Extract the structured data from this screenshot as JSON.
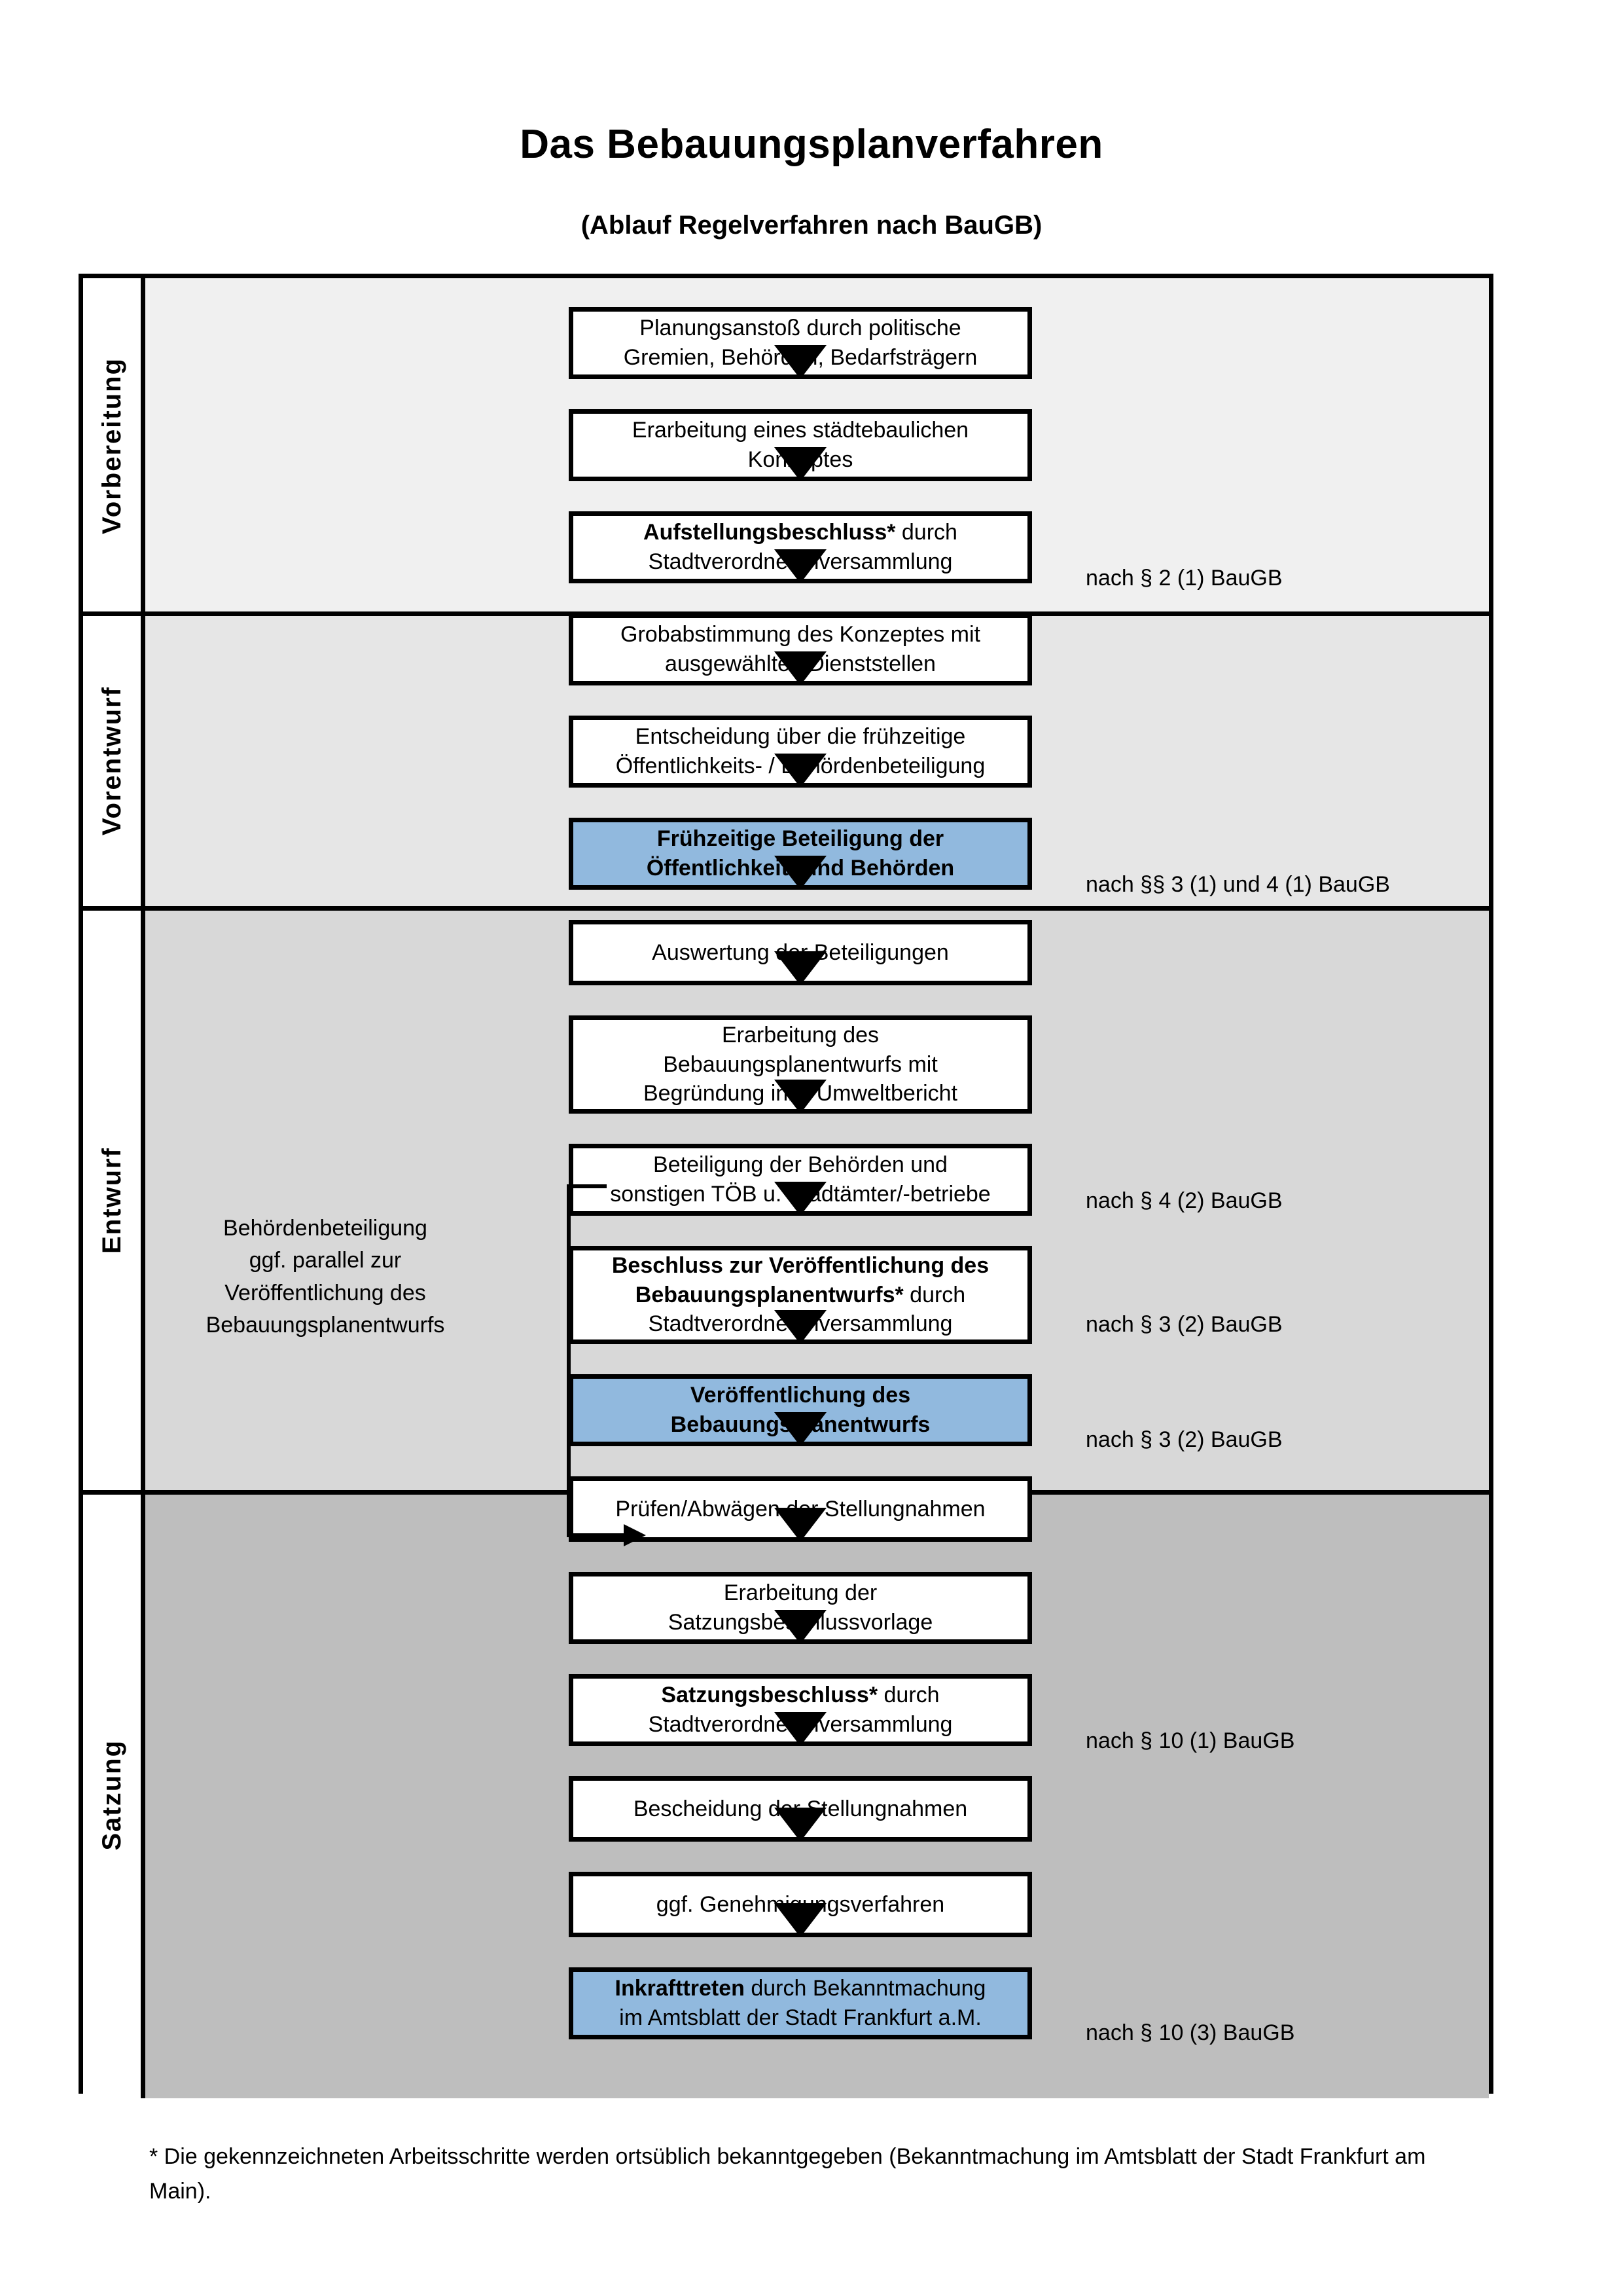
{
  "title": "Das Bebauungsplanverfahren",
  "subtitle": "(Ablauf Regelverfahren nach BauGB)",
  "lanes": [
    {
      "label": "Vorbereitung",
      "bg": "#F0F0F0"
    },
    {
      "label": "Vorentwurf",
      "bg": "#E6E6E6"
    },
    {
      "label": "Entwurf",
      "bg": "#D8D8D8"
    },
    {
      "label": "Satzung",
      "bg": "#BEBEBE"
    }
  ],
  "colors": {
    "highlight_blue": "#91B9DE",
    "box_white": "#FFFFFF",
    "border_black": "#000000"
  },
  "steps": [
    {
      "id": "planungsanstoss",
      "lane": "Vorbereitung",
      "highlight": false,
      "lines": [
        {
          "text": "Planungsanstoß durch politische",
          "bold": false
        },
        {
          "text": "Gremien, Behörden, Bedarfsträgern",
          "bold": false
        }
      ]
    },
    {
      "id": "staedtebauliches-konzept",
      "lane": "Vorbereitung",
      "highlight": false,
      "lines": [
        {
          "text": "Erarbeitung eines städtebaulichen",
          "bold": false
        },
        {
          "text": "Konzeptes",
          "bold": false
        }
      ]
    },
    {
      "id": "aufstellungsbeschluss",
      "lane": "Vorbereitung",
      "highlight": false,
      "lines": [
        {
          "text": "Aufstellungsbeschluss*",
          "bold": true,
          "suffix": " durch"
        },
        {
          "text": "Stadtverordnetenversammlung",
          "bold": false
        }
      ]
    },
    {
      "id": "grobabstimmung",
      "lane": "Vorentwurf",
      "highlight": false,
      "lines": [
        {
          "text": "Grobabstimmung des Konzeptes mit",
          "bold": false
        },
        {
          "text": "ausgewählten Dienststellen",
          "bold": false
        }
      ]
    },
    {
      "id": "entscheidung-fruehzeitige-beteiligung",
      "lane": "Vorentwurf",
      "highlight": false,
      "lines": [
        {
          "text": "Entscheidung über die frühzeitige",
          "bold": false
        },
        {
          "text": "Öffentlichkeits- / Behördenbeteiligung",
          "bold": false
        }
      ]
    },
    {
      "id": "fruehzeitige-beteiligung",
      "lane": "Vorentwurf",
      "highlight": true,
      "lines": [
        {
          "text": "Frühzeitige Beteiligung der",
          "bold": true
        },
        {
          "text": "Öffentlichkeit* und Behörden",
          "bold": true
        }
      ]
    },
    {
      "id": "auswertung-beteiligungen",
      "lane": "Entwurf",
      "highlight": false,
      "lines": [
        {
          "text": "Auswertung der Beteiligungen",
          "bold": false
        }
      ]
    },
    {
      "id": "erarbeitung-bplanentwurf",
      "lane": "Entwurf",
      "highlight": false,
      "lines": [
        {
          "text": "Erarbeitung des",
          "bold": false
        },
        {
          "text": "Bebauungsplanentwurfs mit",
          "bold": false
        },
        {
          "text": "Begründung inkl. Umweltbericht",
          "bold": false
        }
      ]
    },
    {
      "id": "beteiligung-behoerden",
      "lane": "Entwurf",
      "highlight": false,
      "lines": [
        {
          "text": "Beteiligung der Behörden und",
          "bold": false
        },
        {
          "text": "sonstigen TÖB u. Stadtämter/-betriebe",
          "bold": false
        }
      ]
    },
    {
      "id": "beschluss-veroeffentlichung",
      "lane": "Entwurf",
      "highlight": false,
      "lines": [
        {
          "text": "Beschluss zur Veröffentlichung des",
          "bold": true
        },
        {
          "text": "Bebauungsplanentwurfs*",
          "bold": true,
          "suffix": " durch"
        },
        {
          "text": "Stadtverordnetenversammlung",
          "bold": false
        }
      ]
    },
    {
      "id": "veroeffentlichung-bplanentwurf",
      "lane": "Entwurf",
      "highlight": true,
      "lines": [
        {
          "text": "Veröffentlichung des",
          "bold": true
        },
        {
          "text": "Bebauungsplanentwurfs",
          "bold": true
        }
      ]
    },
    {
      "id": "pruefen-abwaegen",
      "lane": "Satzung",
      "highlight": false,
      "lines": [
        {
          "text": "Prüfen/Abwägen der Stellungnahmen",
          "bold": false
        }
      ]
    },
    {
      "id": "erarbeitung-satzungsbeschlussvorlage",
      "lane": "Satzung",
      "highlight": false,
      "lines": [
        {
          "text": "Erarbeitung der",
          "bold": false
        },
        {
          "text": "Satzungsbeschlussvorlage",
          "bold": false
        }
      ]
    },
    {
      "id": "satzungsbeschluss",
      "lane": "Satzung",
      "highlight": false,
      "lines": [
        {
          "text": "Satzungsbeschluss*",
          "bold": true,
          "suffix": " durch"
        },
        {
          "text": "Stadtverordnetenversammlung",
          "bold": false
        }
      ]
    },
    {
      "id": "bescheidung-stellungnahmen",
      "lane": "Satzung",
      "highlight": false,
      "lines": [
        {
          "text": "Bescheidung der Stellungnahmen",
          "bold": false
        }
      ]
    },
    {
      "id": "genehmigungsverfahren",
      "lane": "Satzung",
      "highlight": false,
      "lines": [
        {
          "text": "ggf. Genehmigungsverfahren",
          "bold": false
        }
      ]
    },
    {
      "id": "inkrafttreten",
      "lane": "Satzung",
      "highlight": true,
      "lines": [
        {
          "text": "Inkrafttreten",
          "bold": true,
          "suffix": " durch Bekanntmachung"
        },
        {
          "text": "im Amtsblatt der Stadt Frankfurt a.M.",
          "bold": false
        }
      ]
    }
  ],
  "legal_refs": [
    {
      "id": "ref-1",
      "text": "nach § 2 (1) BauGB",
      "step": "aufstellungsbeschluss"
    },
    {
      "id": "ref-2",
      "text": "nach §§ 3 (1) und 4 (1) BauGB",
      "step": "fruehzeitige-beteiligung"
    },
    {
      "id": "ref-3",
      "text": "nach § 4 (2) BauGB",
      "step": "beteiligung-behoerden"
    },
    {
      "id": "ref-4",
      "text": "nach § 3 (2) BauGB",
      "step": "beschluss-veroeffentlichung"
    },
    {
      "id": "ref-5",
      "text": "nach § 3 (2) BauGB",
      "step": "veroeffentlichung-bplanentwurf"
    },
    {
      "id": "ref-6",
      "text": "nach § 10 (1) BauGB",
      "step": "satzungsbeschluss"
    },
    {
      "id": "ref-7",
      "text": "nach § 10 (3) BauGB",
      "step": "inkrafttreten"
    }
  ],
  "side_note": {
    "lines": [
      "Behördenbeteiligung",
      "ggf. parallel zur",
      "Veröffentlichung des",
      "Bebauungsplanentwurfs"
    ]
  },
  "footnote": "* Die gekennzeichneten Arbeitsschritte werden ortsüblich bekanntgegeben (Bekanntmachung im Amtsblatt  der Stadt Frankfurt am Main)."
}
